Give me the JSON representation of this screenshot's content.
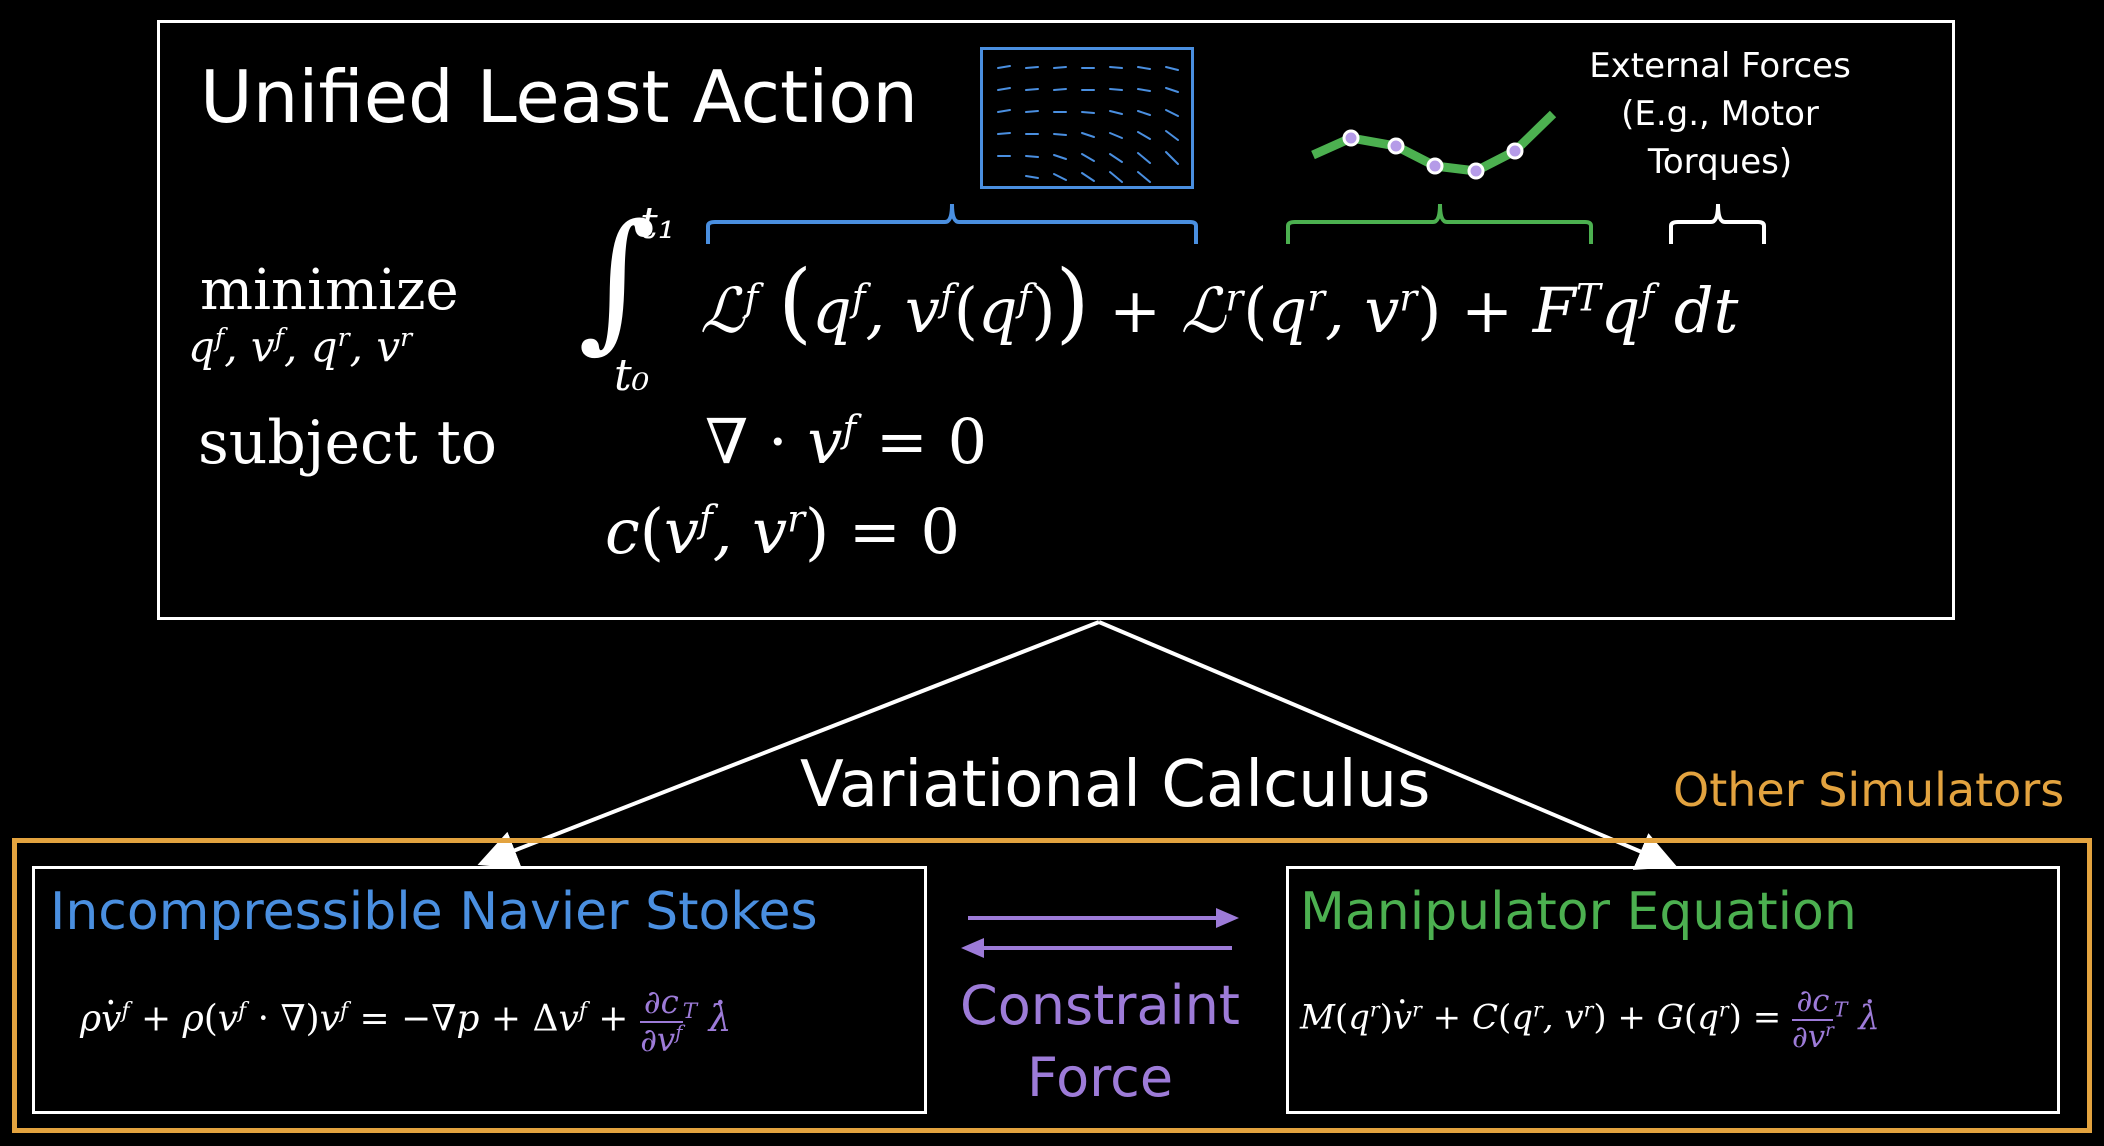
{
  "top": {
    "title": "Unified Least Action",
    "external_forces_label": "External Forces\n(E.g., Motor\nTorques)",
    "minimize_label": "minimize",
    "minimize_vars": "qf, vf, qr, vr",
    "subject_to_label": "subject to",
    "integral_upper": "t₁",
    "integral_lower": "t₀",
    "dt": "dt",
    "constraint1": "∇ · v^f = 0",
    "constraint2": "c(v^f, v^r) = 0"
  },
  "center_label": "Variational Calculus",
  "other_simulators_label": "Other Simulators",
  "left_panel": {
    "title": "Incompressible Navier Stokes"
  },
  "right_panel": {
    "title": "Manipulator Equation"
  },
  "coupling_label_line1": "Constraint",
  "coupling_label_line2": "Force",
  "colors": {
    "fluid": "#4a8fe0",
    "robot": "#4cb050",
    "constraint": "#9d7bd8",
    "other": "#e3a33f"
  },
  "icons": [
    "vector-field-icon",
    "robot-chain-icon",
    "double-arrow-icon"
  ]
}
